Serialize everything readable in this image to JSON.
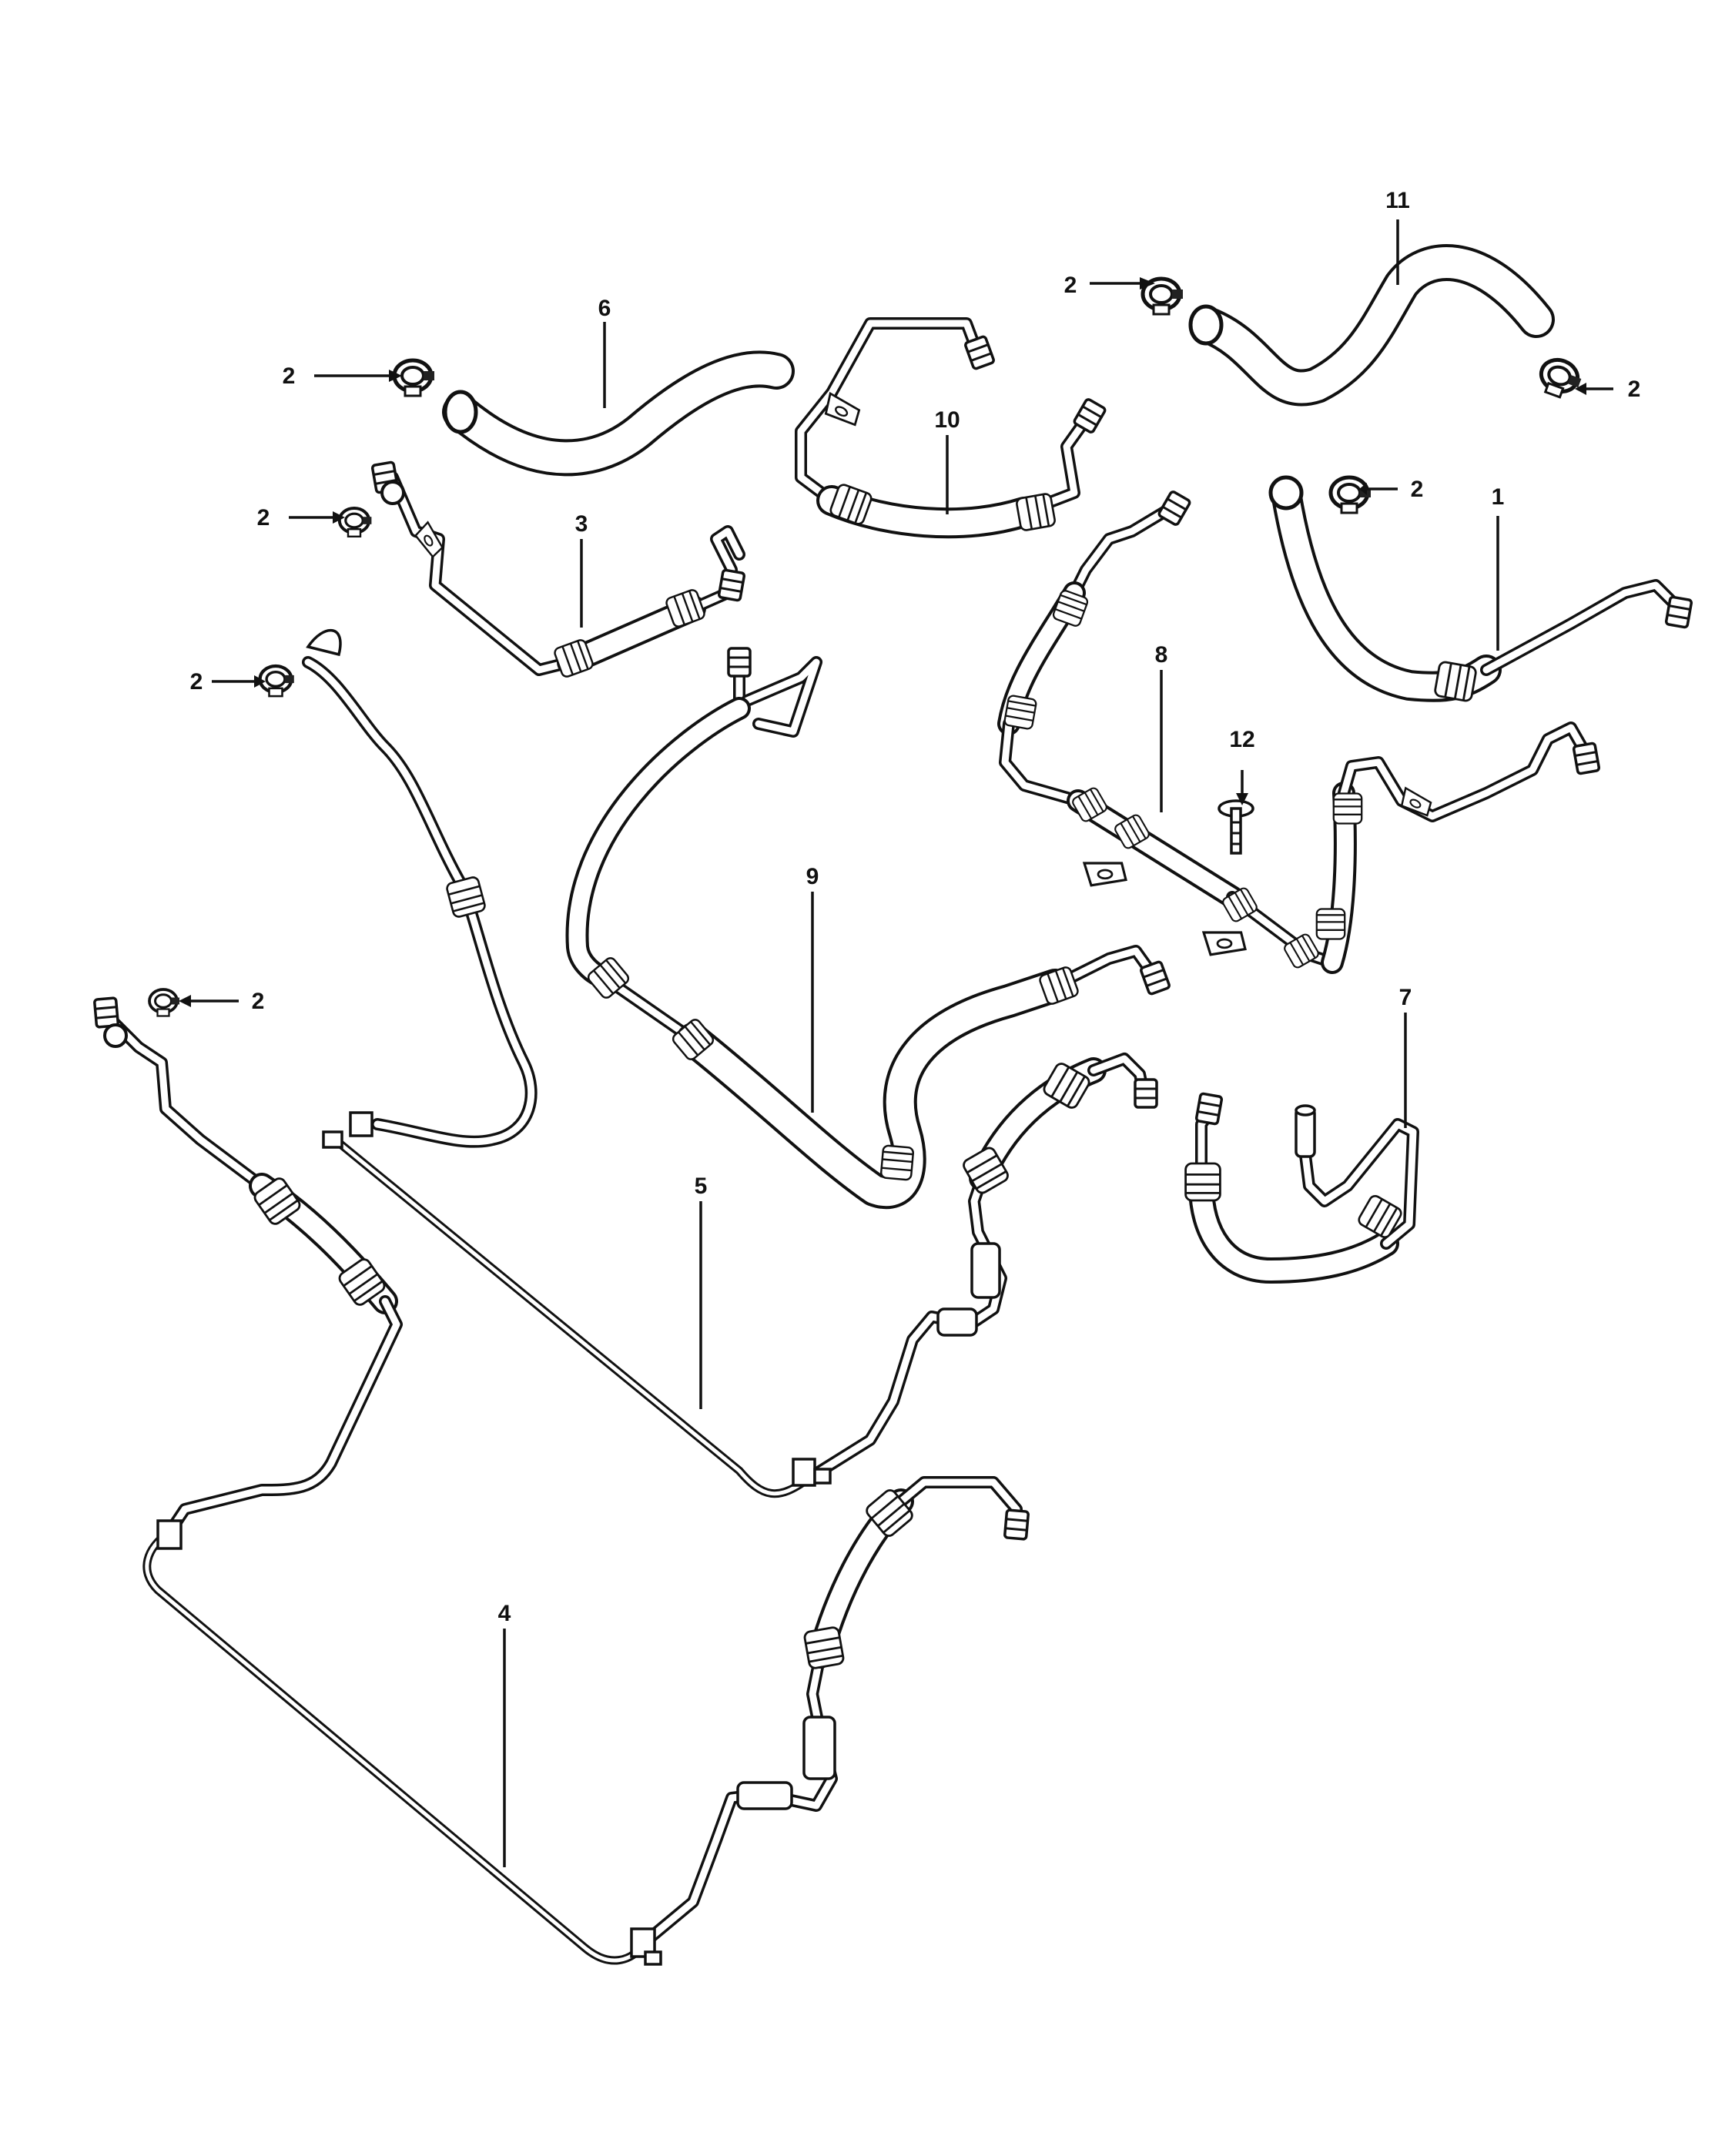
{
  "callouts": [
    {
      "id": "11",
      "text": "11"
    },
    {
      "id": "2-top-center",
      "text": "2"
    },
    {
      "id": "2-top-right",
      "text": "2"
    },
    {
      "id": "6",
      "text": "6"
    },
    {
      "id": "2-upper-left",
      "text": "2"
    },
    {
      "id": "10",
      "text": "10"
    },
    {
      "id": "2-right-mid",
      "text": "2"
    },
    {
      "id": "1",
      "text": "1"
    },
    {
      "id": "2-left-3",
      "text": "2"
    },
    {
      "id": "3",
      "text": "3"
    },
    {
      "id": "8",
      "text": "8"
    },
    {
      "id": "2-left-mid",
      "text": "2"
    },
    {
      "id": "12",
      "text": "12"
    },
    {
      "id": "9",
      "text": "9"
    },
    {
      "id": "7",
      "text": "7"
    },
    {
      "id": "2-left-low",
      "text": "2"
    },
    {
      "id": "5",
      "text": "5"
    },
    {
      "id": "4",
      "text": "4"
    }
  ],
  "parts": [
    {
      "id": "1",
      "kind": "hose-and-tube"
    },
    {
      "id": "2",
      "kind": "hose-clamp"
    },
    {
      "id": "3",
      "kind": "pressure-line"
    },
    {
      "id": "4",
      "kind": "pressure-line"
    },
    {
      "id": "5",
      "kind": "pressure-line"
    },
    {
      "id": "6",
      "kind": "hose"
    },
    {
      "id": "7",
      "kind": "hose-and-tube"
    },
    {
      "id": "8",
      "kind": "pressure-line-with-brackets"
    },
    {
      "id": "9",
      "kind": "return-line"
    },
    {
      "id": "10",
      "kind": "hose-and-tube"
    },
    {
      "id": "11",
      "kind": "hose"
    },
    {
      "id": "12",
      "kind": "bolt"
    }
  ],
  "colors": {
    "ink": "#111111",
    "paper": "#ffffff"
  }
}
